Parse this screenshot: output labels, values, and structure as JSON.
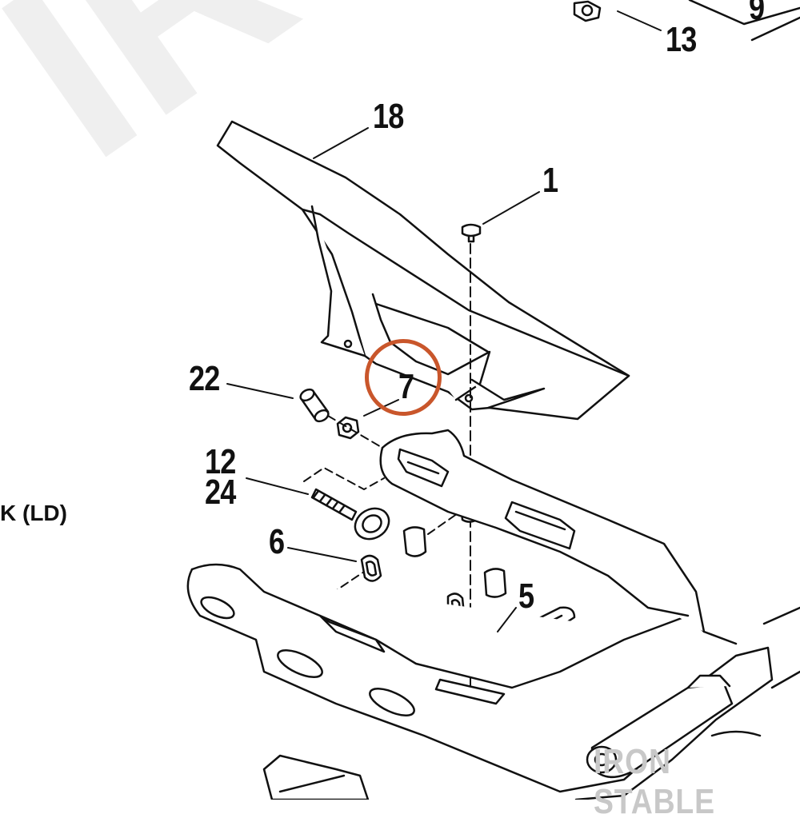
{
  "callouts": {
    "c18": "18",
    "c1": "1",
    "c13": "13",
    "c9": "9",
    "c22": "22",
    "c7": "7",
    "c12": "12",
    "c24": "24",
    "c6": "6",
    "c5": "5"
  },
  "side_label": "K (LD)",
  "watermark": {
    "brand": "IRON STABLE",
    "background": "IRON"
  },
  "colors": {
    "highlight_ring": "#c9562b",
    "line": "#111111",
    "watermark": "#c8c8c8"
  }
}
